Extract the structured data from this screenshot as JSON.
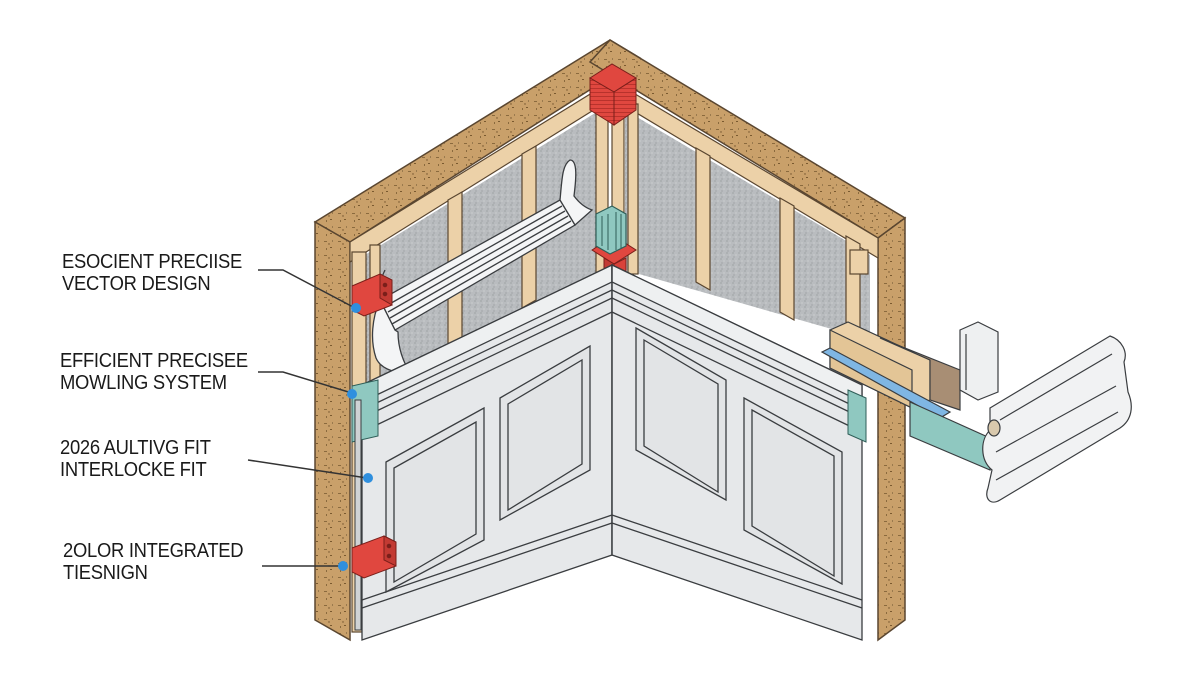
{
  "diagram": {
    "subject": "Isometric cutaway of interior corner wall with wainscot paneling system",
    "callouts": [
      {
        "line1": "ESOCIENT PRECIISE",
        "line2": "VECTOR DESIGN"
      },
      {
        "line1": "EFFICIENT PRECISEE",
        "line2": "MOWLING SYSTEM"
      },
      {
        "line1": "2026 AULTIVG FIT",
        "line2": "INTERLOCKE FIT"
      },
      {
        "line1": "2OLOR INTEGRATED",
        "line2": "TIESNIGN"
      }
    ],
    "components": [
      "osb-sheathing-frame",
      "wood-studs",
      "insulation-batts",
      "red-corner-cap",
      "red-mounting-brackets",
      "teal-corner-connector",
      "white-top-rail-molding",
      "raised-panel-wainscot",
      "teal-interlock-edge",
      "blue-flashing-strip",
      "crown-molding-profile-detail"
    ]
  },
  "colors": {
    "background": "#ffffff",
    "osb": "#c9a06a",
    "osb_speckle": "#8a6a3e",
    "stud": "#ecd1a8",
    "stud_edge": "#5a4630",
    "insulation": "#b9bcbf",
    "panel": "#e6e8ea",
    "panel_line": "#3a3d40",
    "bracket_red": "#e0473f",
    "teal": "#8fc8c0",
    "blue_strip": "#7fb6e3",
    "dot_blue": "#2f8fde",
    "leader": "#333333",
    "text": "#1a1a1a"
  }
}
